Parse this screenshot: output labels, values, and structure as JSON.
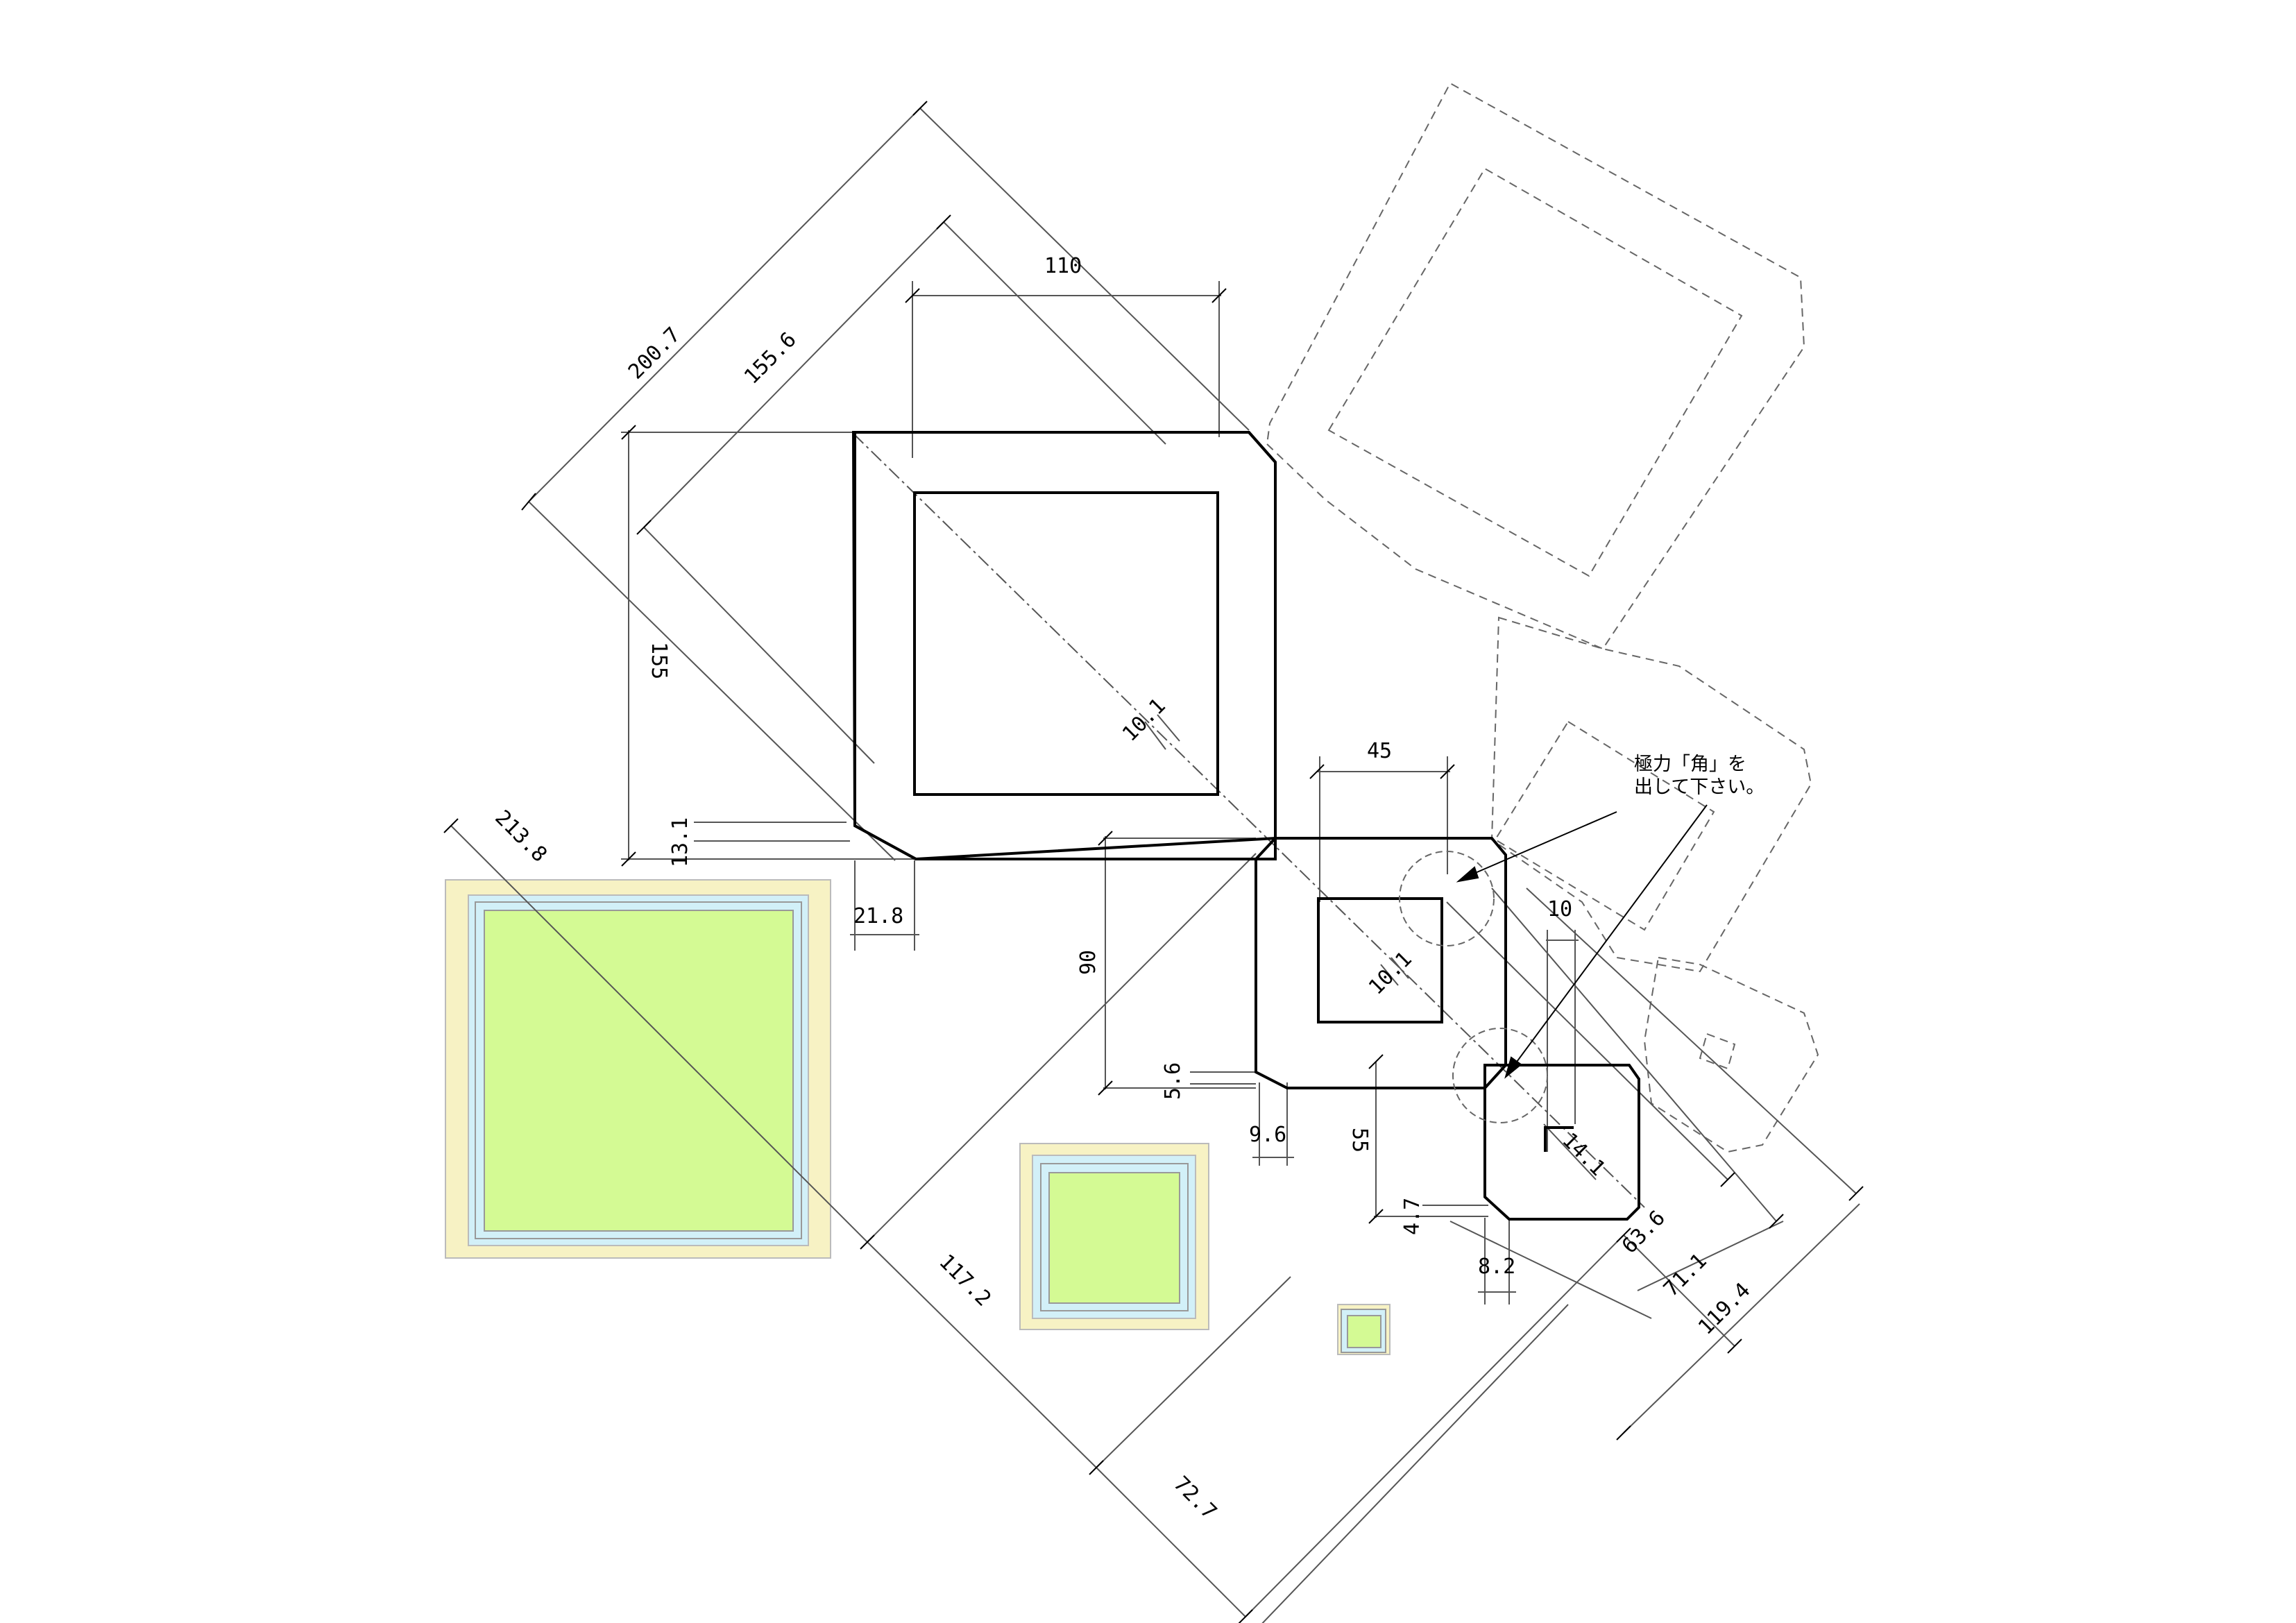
{
  "dimensions": {
    "d_200_7": "200.7",
    "d_155_6": "155.6",
    "d_110": "110",
    "d_155": "155",
    "d_10_1_a": "10.1",
    "d_13_1": "13.1",
    "d_21_8": "21.8",
    "d_213_8": "213.8",
    "d_45": "45",
    "d_90": "90",
    "d_10_1_b": "10.1",
    "d_10": "10",
    "d_5_6": "5.6",
    "d_9_6": "9.6",
    "d_55": "55",
    "d_14_1": "14.1",
    "d_4_7": "4.7",
    "d_8_2": "8.2",
    "d_63_6": "63.6",
    "d_71_1": "71.1",
    "d_119_4": "119.4",
    "d_117_2": "117.2",
    "d_72_7": "72.7"
  },
  "note": {
    "line1": "極力「角」を",
    "line2": "出して下さい。"
  },
  "colors": {
    "line": "#000000",
    "dim_line": "#555555",
    "fill_green": "#d4fa94",
    "fill_cream": "#f7f2c4",
    "fill_blue": "#d2f0f8",
    "frame_gray": "#bbbbbb"
  }
}
